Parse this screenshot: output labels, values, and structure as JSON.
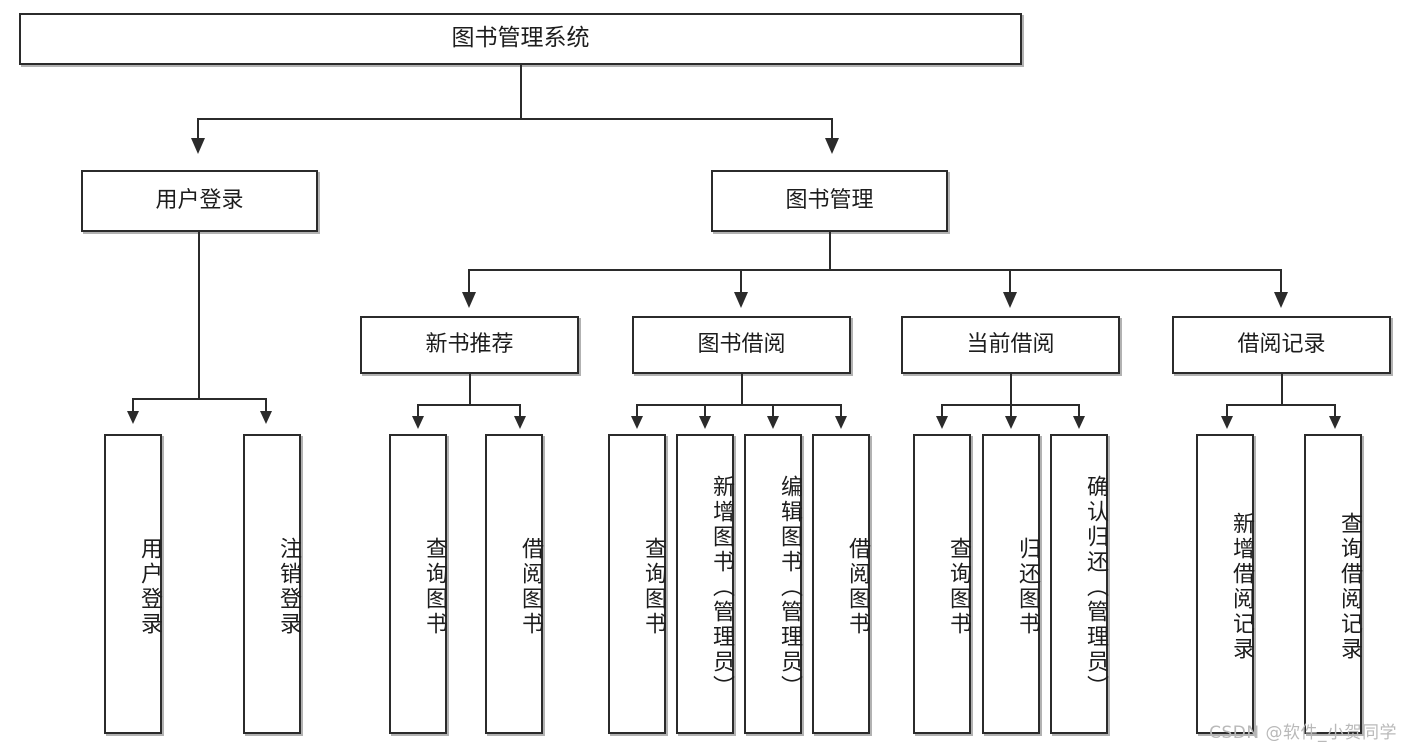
{
  "diagram": {
    "title": "图书管理系统",
    "type": "tree",
    "watermark": "CSDN @软件_小贺同学"
  },
  "root": {
    "label": "图书管理系统"
  },
  "level2": [
    {
      "label": "用户登录"
    },
    {
      "label": "图书管理"
    }
  ],
  "level3": [
    {
      "label": "新书推荐"
    },
    {
      "label": "图书借阅"
    },
    {
      "label": "当前借阅"
    },
    {
      "label": "借阅记录"
    }
  ],
  "leaves": {
    "user_login": [
      {
        "label": "用户登录"
      },
      {
        "label": "注销登录"
      }
    ],
    "new_book": [
      {
        "label": "查询图书"
      },
      {
        "label": "借阅图书"
      }
    ],
    "borrow_book": [
      {
        "label": "查询图书"
      },
      {
        "label": "新增图书（管理员）"
      },
      {
        "label": "编辑图书（管理员）"
      },
      {
        "label": "借阅图书"
      }
    ],
    "current_borrow": [
      {
        "label": "查询图书"
      },
      {
        "label": "归还图书"
      },
      {
        "label": "确认归还（管理员）"
      }
    ],
    "borrow_record": [
      {
        "label": "新增借阅记录"
      },
      {
        "label": "查询借阅记录"
      }
    ]
  },
  "colors": {
    "stroke": "#2b2b2b",
    "background": "#ffffff",
    "watermark": "#b9b9b9"
  }
}
